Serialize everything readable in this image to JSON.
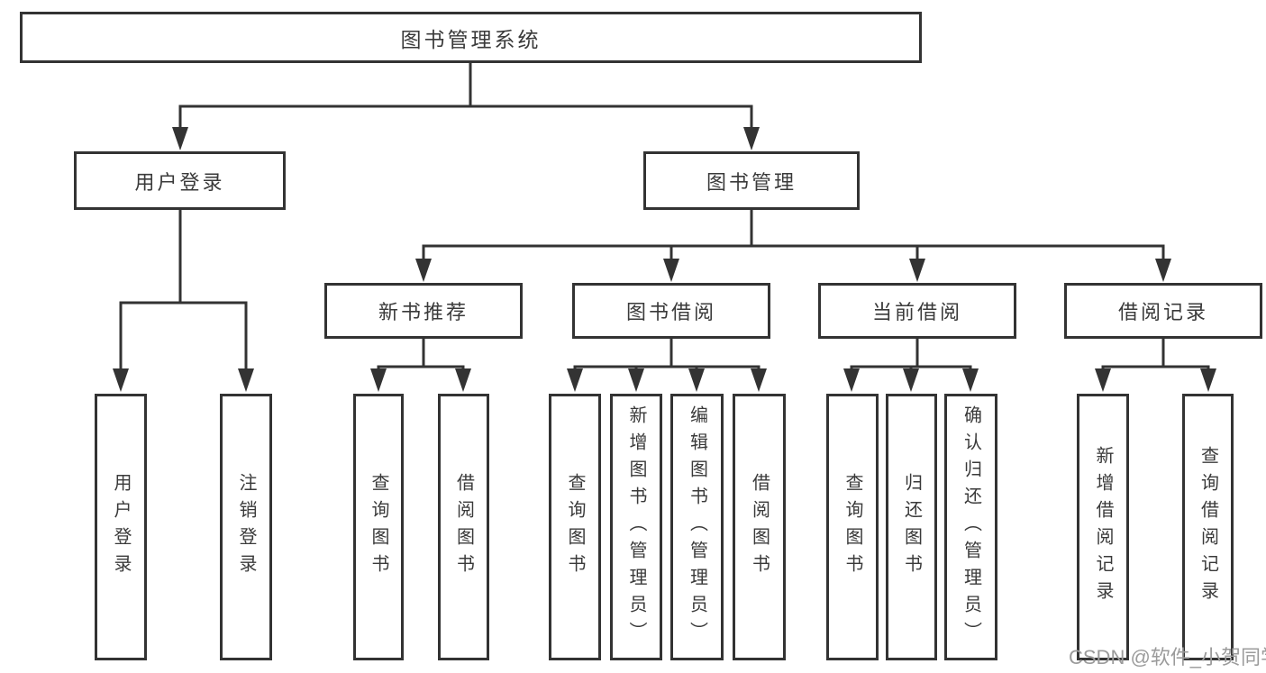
{
  "diagram": {
    "root": "图书管理系统",
    "level2": {
      "user_login": "用户登录",
      "book_management": "图书管理"
    },
    "level3": {
      "new_book_recommend": "新书推荐",
      "book_borrowing": "图书借阅",
      "current_borrowing": "当前借阅",
      "borrowing_records": "借阅记录"
    },
    "leaves": [
      "用户登录",
      "注销登录",
      "查询图书",
      "借阅图书",
      "查询图书",
      "新增图书（管理员）",
      "编辑图书（管理员）",
      "借阅图书",
      "查询图书",
      "归还图书",
      "确认归还（管理员）",
      "新增借阅记录",
      "查询借阅记录"
    ]
  },
  "watermark": "CSDN @软件_小贺同学",
  "colors": {
    "line": "#333333",
    "text": "#3a3a3a",
    "watermark": "#9b9b9b",
    "background": "#ffffff"
  }
}
